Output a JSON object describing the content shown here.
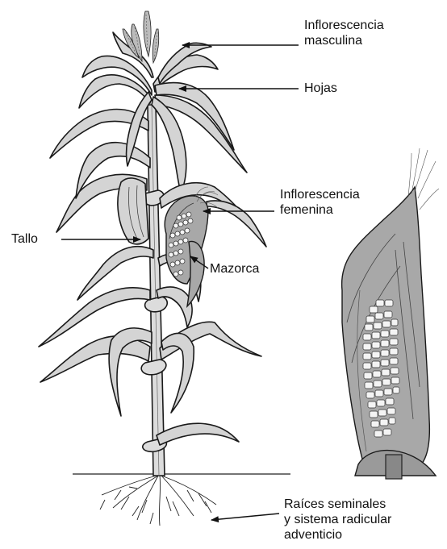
{
  "labels": {
    "inflorescencia_masculina": [
      "Inflorescencia",
      "masculina"
    ],
    "hojas": "Hojas",
    "inflorescencia_femenina": [
      "Inflorescencia",
      "femenina"
    ],
    "tallo": "Tallo",
    "mazorca": "Mazorca",
    "raices": [
      "Raíces seminales",
      "y sistema radicular",
      "adventicio"
    ]
  }
}
